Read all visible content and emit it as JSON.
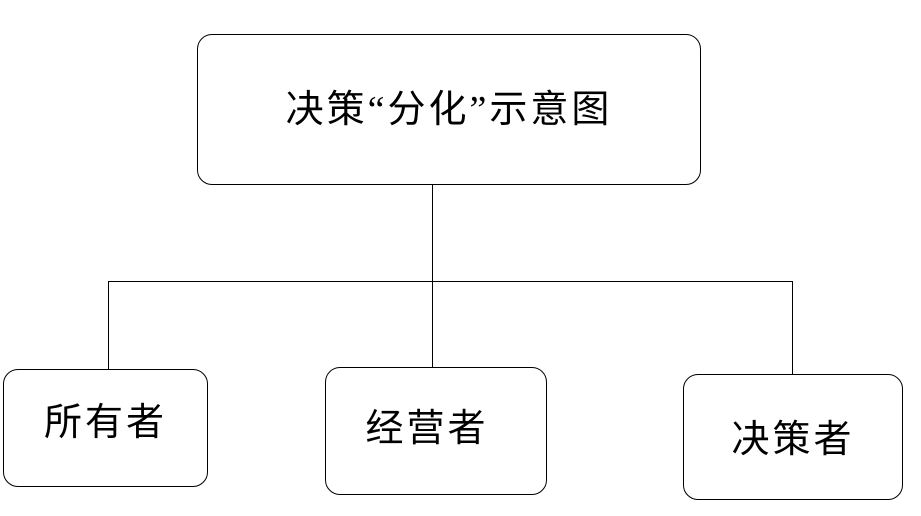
{
  "diagram": {
    "title_box": {
      "label": "决策“分化”示意图"
    },
    "children": [
      {
        "id": "owner",
        "label": "所有者"
      },
      {
        "id": "operator",
        "label": "经营者"
      },
      {
        "id": "decision_maker",
        "label": "决策者"
      }
    ],
    "colors": {
      "line": "#000000",
      "box_border": "#000000",
      "box_background": "#ffffff",
      "text": "#000000",
      "page_background": "#ffffff"
    }
  }
}
